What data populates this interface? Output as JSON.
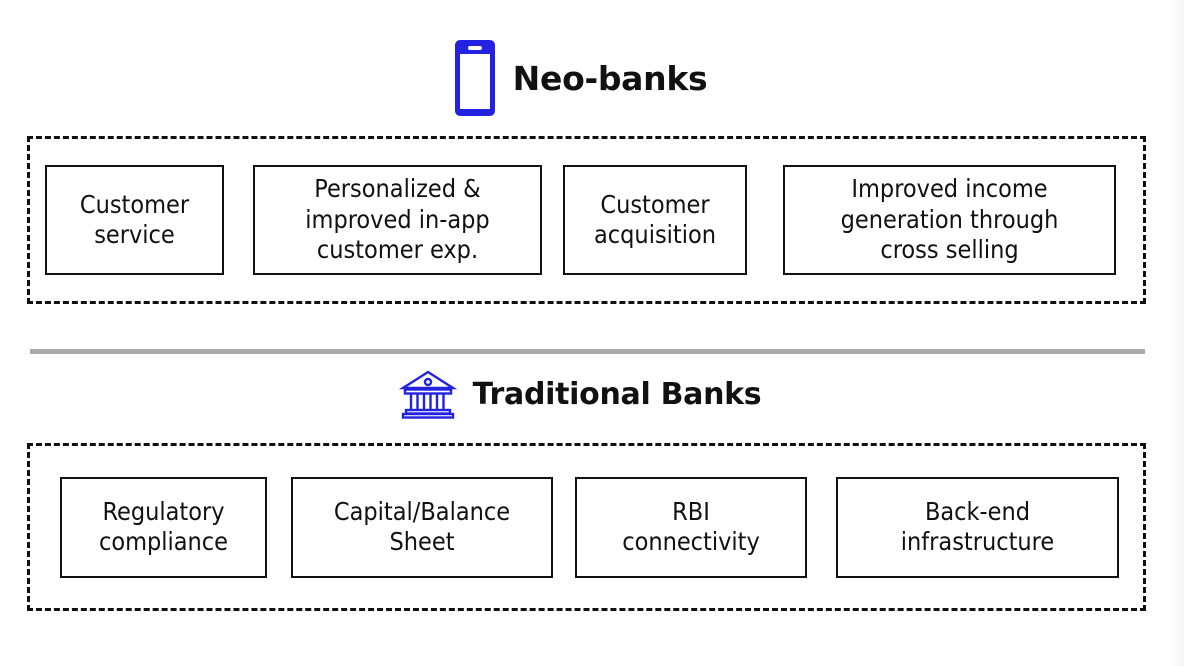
{
  "sections": [
    {
      "id": "neobanks",
      "title": "Neo-banks",
      "icon": "mobile-phone-icon",
      "icon_color": "#2222e0",
      "items": [
        {
          "label": "Customer\nservice"
        },
        {
          "label": "Personalized &\nimproved in-app\ncustomer exp."
        },
        {
          "label": "Customer\nacquisition"
        },
        {
          "label": "Improved income\ngeneration through\ncross selling"
        }
      ]
    },
    {
      "id": "traditional",
      "title": "Traditional Banks",
      "icon": "bank-building-icon",
      "icon_color": "#2222e0",
      "items": [
        {
          "label": "Regulatory\ncompliance"
        },
        {
          "label": "Capital/Balance\nSheet"
        },
        {
          "label": "RBI\nconnectivity"
        },
        {
          "label": "Back-end\ninfrastructure"
        }
      ]
    }
  ],
  "divider": {
    "name": "section-divider",
    "color": "#aaaaaa"
  },
  "colors": {
    "accent": "#2222e0",
    "text": "#111111",
    "border": "#111111",
    "background": "#ffffff"
  }
}
